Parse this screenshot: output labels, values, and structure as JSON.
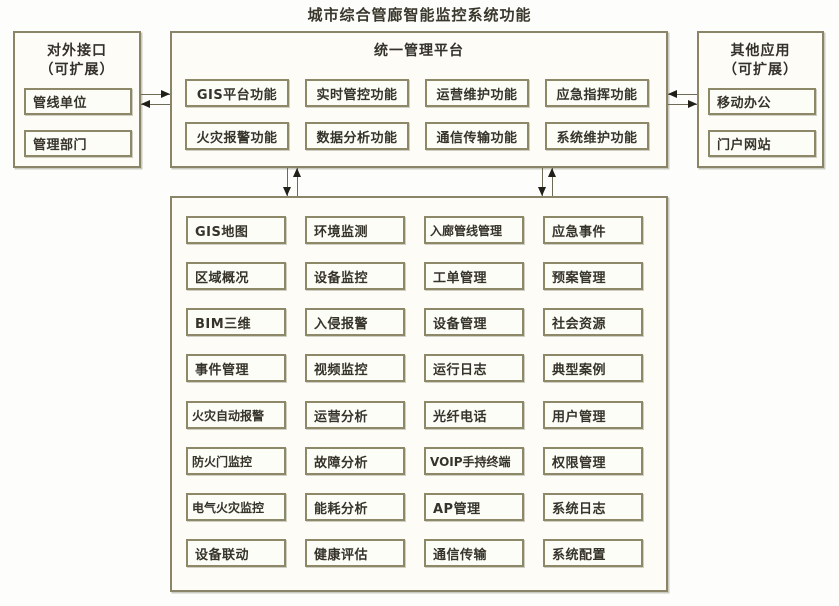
{
  "title": "城市综合管廊智能监控系统功能",
  "outer_interface": {
    "heading_line1": "对外接口",
    "heading_line2": "（可扩展）",
    "items": [
      {
        "label": "管线单位"
      },
      {
        "label": "管理部门"
      }
    ]
  },
  "other_apps": {
    "heading_line1": "其他应用",
    "heading_line2": "（可扩展）",
    "items": [
      {
        "label": "移动办公"
      },
      {
        "label": "门户网站"
      }
    ]
  },
  "platform": {
    "heading": "统一管理平台",
    "rows": [
      [
        {
          "label": "GIS平台功能"
        },
        {
          "label": "实时管控功能"
        },
        {
          "label": "运营维护功能"
        },
        {
          "label": "应急指挥功能"
        }
      ],
      [
        {
          "label": "火灾报警功能"
        },
        {
          "label": "数据分析功能"
        },
        {
          "label": "通信传输功能"
        },
        {
          "label": "系统维护功能"
        }
      ]
    ]
  },
  "function_grid": {
    "rows": [
      [
        {
          "label": "GIS地图"
        },
        {
          "label": "环境监测"
        },
        {
          "label": "入廊管线管理"
        },
        {
          "label": "应急事件"
        }
      ],
      [
        {
          "label": "区域概况"
        },
        {
          "label": "设备监控"
        },
        {
          "label": "工单管理"
        },
        {
          "label": "预案管理"
        }
      ],
      [
        {
          "label": "BIM三维"
        },
        {
          "label": "入侵报警"
        },
        {
          "label": "设备管理"
        },
        {
          "label": "社会资源"
        }
      ],
      [
        {
          "label": "事件管理"
        },
        {
          "label": "视频监控"
        },
        {
          "label": "运行日志"
        },
        {
          "label": "典型案例"
        }
      ],
      [
        {
          "label": "火灾自动报警"
        },
        {
          "label": "运营分析"
        },
        {
          "label": "光纤电话"
        },
        {
          "label": "用户管理"
        }
      ],
      [
        {
          "label": "防火门监控"
        },
        {
          "label": "故障分析"
        },
        {
          "label": "VOIP手持终端"
        },
        {
          "label": "权限管理"
        }
      ],
      [
        {
          "label": "电气火灾监控"
        },
        {
          "label": "能耗分析"
        },
        {
          "label": "AP管理"
        },
        {
          "label": "系统日志"
        }
      ],
      [
        {
          "label": "设备联动"
        },
        {
          "label": "健康评估"
        },
        {
          "label": "通信传输"
        },
        {
          "label": "系统配置"
        }
      ]
    ]
  },
  "connectors": {
    "left_to_platform": "bidirectional",
    "platform_to_other_apps": "bidirectional",
    "platform_to_grid_left": "bidirectional",
    "platform_to_grid_right": "bidirectional"
  },
  "colors": {
    "border": "#8a8568",
    "node_fill": "#fdfdf7",
    "canvas": "#fdfdfb",
    "text": "#35332a",
    "arrow": "#201f18"
  }
}
